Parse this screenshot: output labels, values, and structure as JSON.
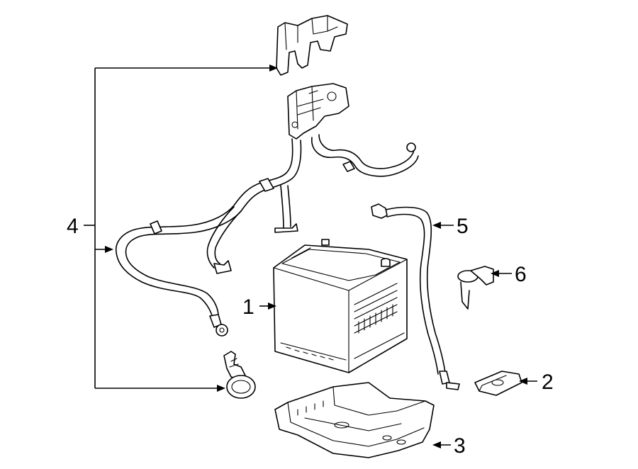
{
  "callouts": [
    {
      "id": "1",
      "label": "1",
      "part": "battery"
    },
    {
      "id": "2",
      "label": "2",
      "part": "terminal-clip"
    },
    {
      "id": "3",
      "label": "3",
      "part": "battery-tray"
    },
    {
      "id": "4",
      "label": "4",
      "part": "cable-harness-set"
    },
    {
      "id": "5",
      "label": "5",
      "part": "ground-cable"
    },
    {
      "id": "6",
      "label": "6",
      "part": "sensor-bracket"
    }
  ]
}
